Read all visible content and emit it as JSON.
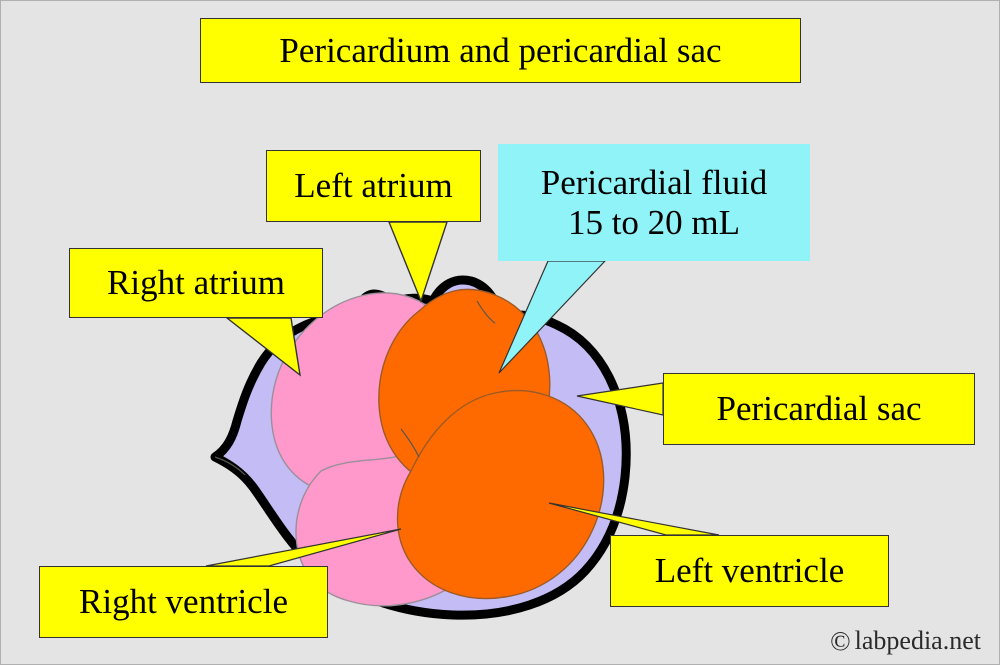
{
  "diagram": {
    "title": "Pericardium and pericardial sac",
    "background_color": "#e4e4e4",
    "label_color": "#ffff00",
    "highlight_color": "#8ff3f7",
    "structures": {
      "pericardial_sac_color": "#c3bcf5",
      "left_heart_color": "#ff6a00",
      "right_heart_color": "#ff99cc",
      "outline_color": "#000000"
    }
  },
  "labels": {
    "title": "Pericardium and pericardial sac",
    "left_atrium": "Left atrium",
    "right_atrium": "Right atrium",
    "pericardial_fluid_line1": "Pericardial fluid",
    "pericardial_fluid_line2": "15 to 20 mL",
    "pericardial_sac": "Pericardial sac",
    "left_ventricle": "Left ventricle",
    "right_ventricle": "Right ventricle"
  },
  "watermark": {
    "symbol": "©",
    "text": "labpedia.net"
  }
}
